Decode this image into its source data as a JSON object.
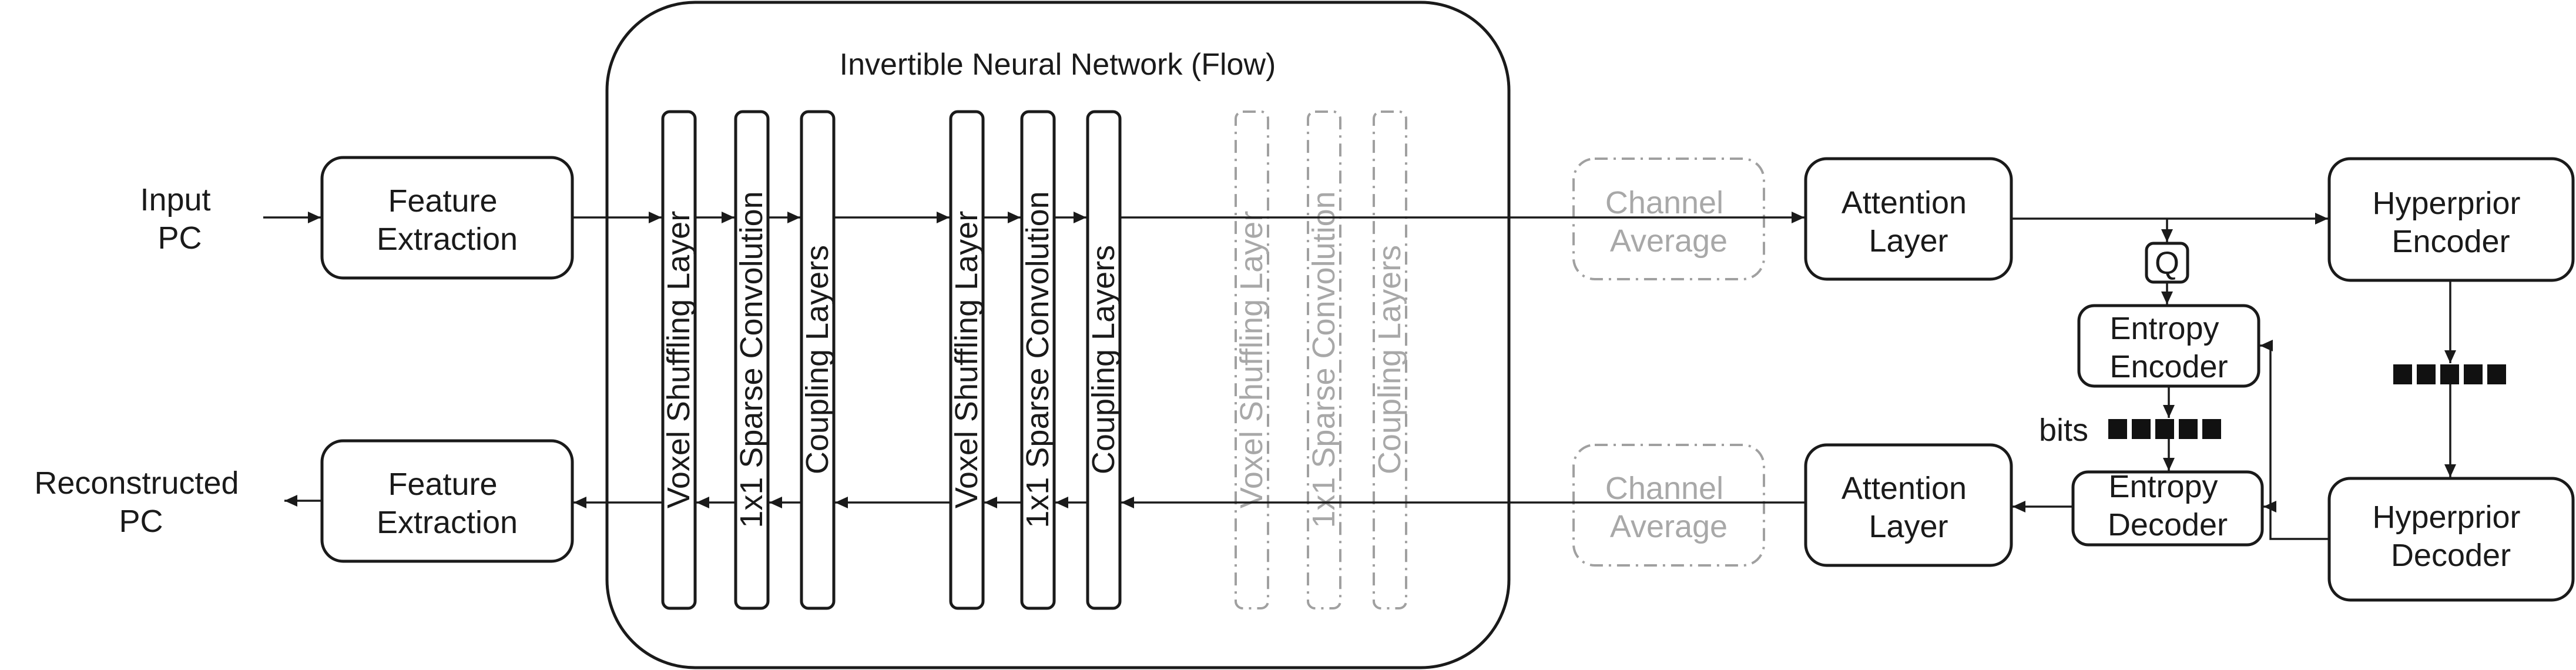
{
  "input": [
    "Input",
    "PC"
  ],
  "output": [
    "Reconstructed",
    "PC"
  ],
  "feature_top": [
    "Feature",
    "Extraction"
  ],
  "feature_bottom": [
    "Feature",
    "Extraction"
  ],
  "inn_title": "Invertible Neural Network (Flow)",
  "flow_group1": [
    "Voxel Shuffling Layer",
    "1x1 Sparse Convolution",
    "Coupling Layers"
  ],
  "flow_group2": [
    "Voxel Shuffling Layer",
    "1x1 Sparse Convolution",
    "Coupling Layers"
  ],
  "flow_group3_ghost": [
    "Voxel Shuffling Layer",
    "1x1 Sparse Convolution",
    "Coupling Layers"
  ],
  "channel_avg_top": [
    "Channel",
    "Average"
  ],
  "channel_avg_bottom": [
    "Channel",
    "Average"
  ],
  "attention_top": [
    "Attention",
    "Layer"
  ],
  "attention_bottom": [
    "Attention",
    "Layer"
  ],
  "quantizer": "Q",
  "entropy_encoder": [
    "Entropy",
    "Encoder"
  ],
  "entropy_decoder": [
    "Entropy",
    "Decoder"
  ],
  "bits_label": "bits",
  "hyper_encoder": [
    "Hyperprior",
    "Encoder"
  ],
  "hyper_decoder": [
    "Hyperprior",
    "Decoder"
  ],
  "colors": {
    "stroke": "#1a1a1a",
    "ghost": "#a0a0a0"
  }
}
